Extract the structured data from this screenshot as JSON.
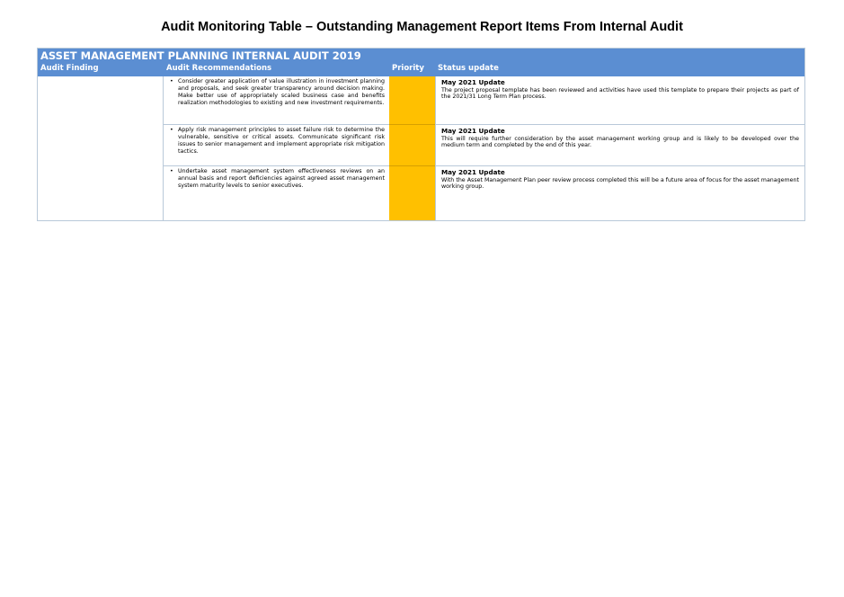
{
  "page": {
    "title": "Audit Monitoring Table – Outstanding Management Report Items From Internal Audit"
  },
  "table": {
    "section_title": "ASSET MANAGEMENT PLANNING INTERNAL AUDIT 2019",
    "columns": {
      "finding": "Audit Finding",
      "recommendations": "Audit Recommendations",
      "priority": "Priority",
      "status": "Status update"
    },
    "finding_text": "",
    "rows": [
      {
        "recommendation": "Consider greater application of value illustration in investment planning and proposals, and seek greater transparency around decision making. Make better use of appropriately scaled business case and benefits realization methodologies to existing and new investment requirements.",
        "priority": "",
        "status_heading": "May 2021 Update",
        "status_text": "The project proposal template has been reviewed and activities have used this template to prepare their projects as part of the 2021/31 Long Term Plan process."
      },
      {
        "recommendation": "Apply risk management principles to asset failure risk to determine the vulnerable, sensitive or critical assets. Communicate significant risk issues to senior management and implement appropriate risk mitigation tactics.",
        "priority": "",
        "status_heading": "May 2021 Update",
        "status_text": "This will require further consideration by the asset management working group and is likely to be developed over the medium term and completed by the end of this year."
      },
      {
        "recommendation": "Undertake asset management system effectiveness reviews on an annual basis and report deficiencies against agreed asset management system maturity levels to senior executives.",
        "priority": "",
        "status_heading": "May 2021 Update",
        "status_text": "With the Asset Management Plan peer review process completed this will be a future area of focus for the asset management working group."
      }
    ]
  },
  "colors": {
    "header_blue": "#5b8ed2",
    "priority_amber": "#ffc000",
    "grid_line": "#b9c9d9"
  }
}
